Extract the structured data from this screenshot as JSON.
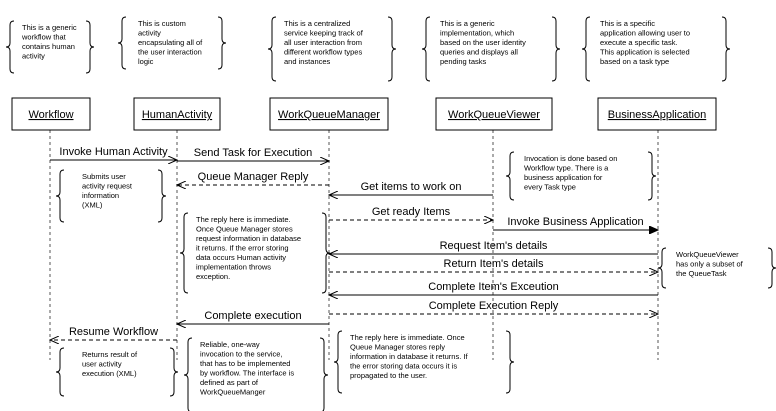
{
  "participants": [
    {
      "id": "workflow",
      "label": "Workflow",
      "note": [
        "This is a generic",
        "workflow that",
        "contains human",
        "activity"
      ]
    },
    {
      "id": "human",
      "label": "HumanActivity",
      "note": [
        "This is custom",
        "activity",
        "encapsulating all of",
        "the user interaction",
        "logic"
      ]
    },
    {
      "id": "wqm",
      "label": "WorkQueueManager",
      "note": [
        "This is a centralized",
        "service keeping track of",
        "all user interaction from",
        "different workflow types",
        "and instances"
      ]
    },
    {
      "id": "wqv",
      "label": "WorkQueueViewer",
      "note": [
        "This is a generic",
        "implementation, which",
        "based on the user identity",
        "queries and displays all",
        "pending tasks"
      ]
    },
    {
      "id": "ba",
      "label": "BusinessApplication",
      "note": [
        "This is a specific",
        "application allowing user to",
        "execute a specific task.",
        "This application is selected",
        "based on a task type"
      ]
    }
  ],
  "messages": [
    {
      "label": "Invoke Human Activity",
      "from": "workflow",
      "to": "human",
      "style": "solid"
    },
    {
      "label": "Send Task for Execution",
      "from": "human",
      "to": "wqm",
      "style": "solid"
    },
    {
      "label": "Queue Manager Reply",
      "from": "wqm",
      "to": "human",
      "style": "dashed"
    },
    {
      "label": "Get items to work on",
      "from": "wqv",
      "to": "wqm",
      "style": "solid"
    },
    {
      "label": "Get ready Items",
      "from": "wqm",
      "to": "wqv",
      "style": "dashed"
    },
    {
      "label": "Invoke Business Application",
      "from": "wqv",
      "to": "ba",
      "style": "solid"
    },
    {
      "label": "Request Item's details",
      "from": "ba",
      "to": "wqm",
      "style": "solid"
    },
    {
      "label": "Return Item's details",
      "from": "wqm",
      "to": "ba",
      "style": "dashed"
    },
    {
      "label": "Complete Item's Exceution",
      "from": "ba",
      "to": "wqm",
      "style": "solid"
    },
    {
      "label": "Complete Execution Reply",
      "from": "wqm",
      "to": "ba",
      "style": "dashed"
    },
    {
      "label": "Complete execution",
      "from": "wqm",
      "to": "human",
      "style": "solid"
    },
    {
      "label": "Resume Workflow",
      "from": "human",
      "to": "workflow",
      "style": "dashed"
    }
  ],
  "notes": [
    {
      "id": "submits",
      "lines": [
        "Submits user",
        "activity request",
        "information",
        "(XML)"
      ]
    },
    {
      "id": "invocation",
      "lines": [
        "Invocation is done based on",
        "Workflow type. There is a",
        "business application for",
        "every Task type"
      ]
    },
    {
      "id": "reply-immediate",
      "lines": [
        "The reply here is immediate.",
        "Once Queue Manager stores",
        "request information in database",
        "it returns. If the error storing",
        "data occurs Human activity",
        "implementation throws",
        "exception."
      ]
    },
    {
      "id": "viewer-subset",
      "lines": [
        "WorkQueueViewer",
        "has only a subset of",
        "the QueueTask"
      ]
    },
    {
      "id": "returns-result",
      "lines": [
        "Returns result of",
        "user activity",
        "execution (XML)"
      ]
    },
    {
      "id": "reliable",
      "lines": [
        "Reliable, one-way",
        "invocation to the service,",
        "that has to be implemented",
        "by workflow. The interface is",
        "defined as part of",
        "WorkQueueManger"
      ]
    },
    {
      "id": "reply-store",
      "lines": [
        "The reply here is immediate. Once",
        "Queue Manager stores reply",
        "information in database it returns. If",
        "the error storing data occurs it is",
        "propagated to the user."
      ]
    }
  ]
}
